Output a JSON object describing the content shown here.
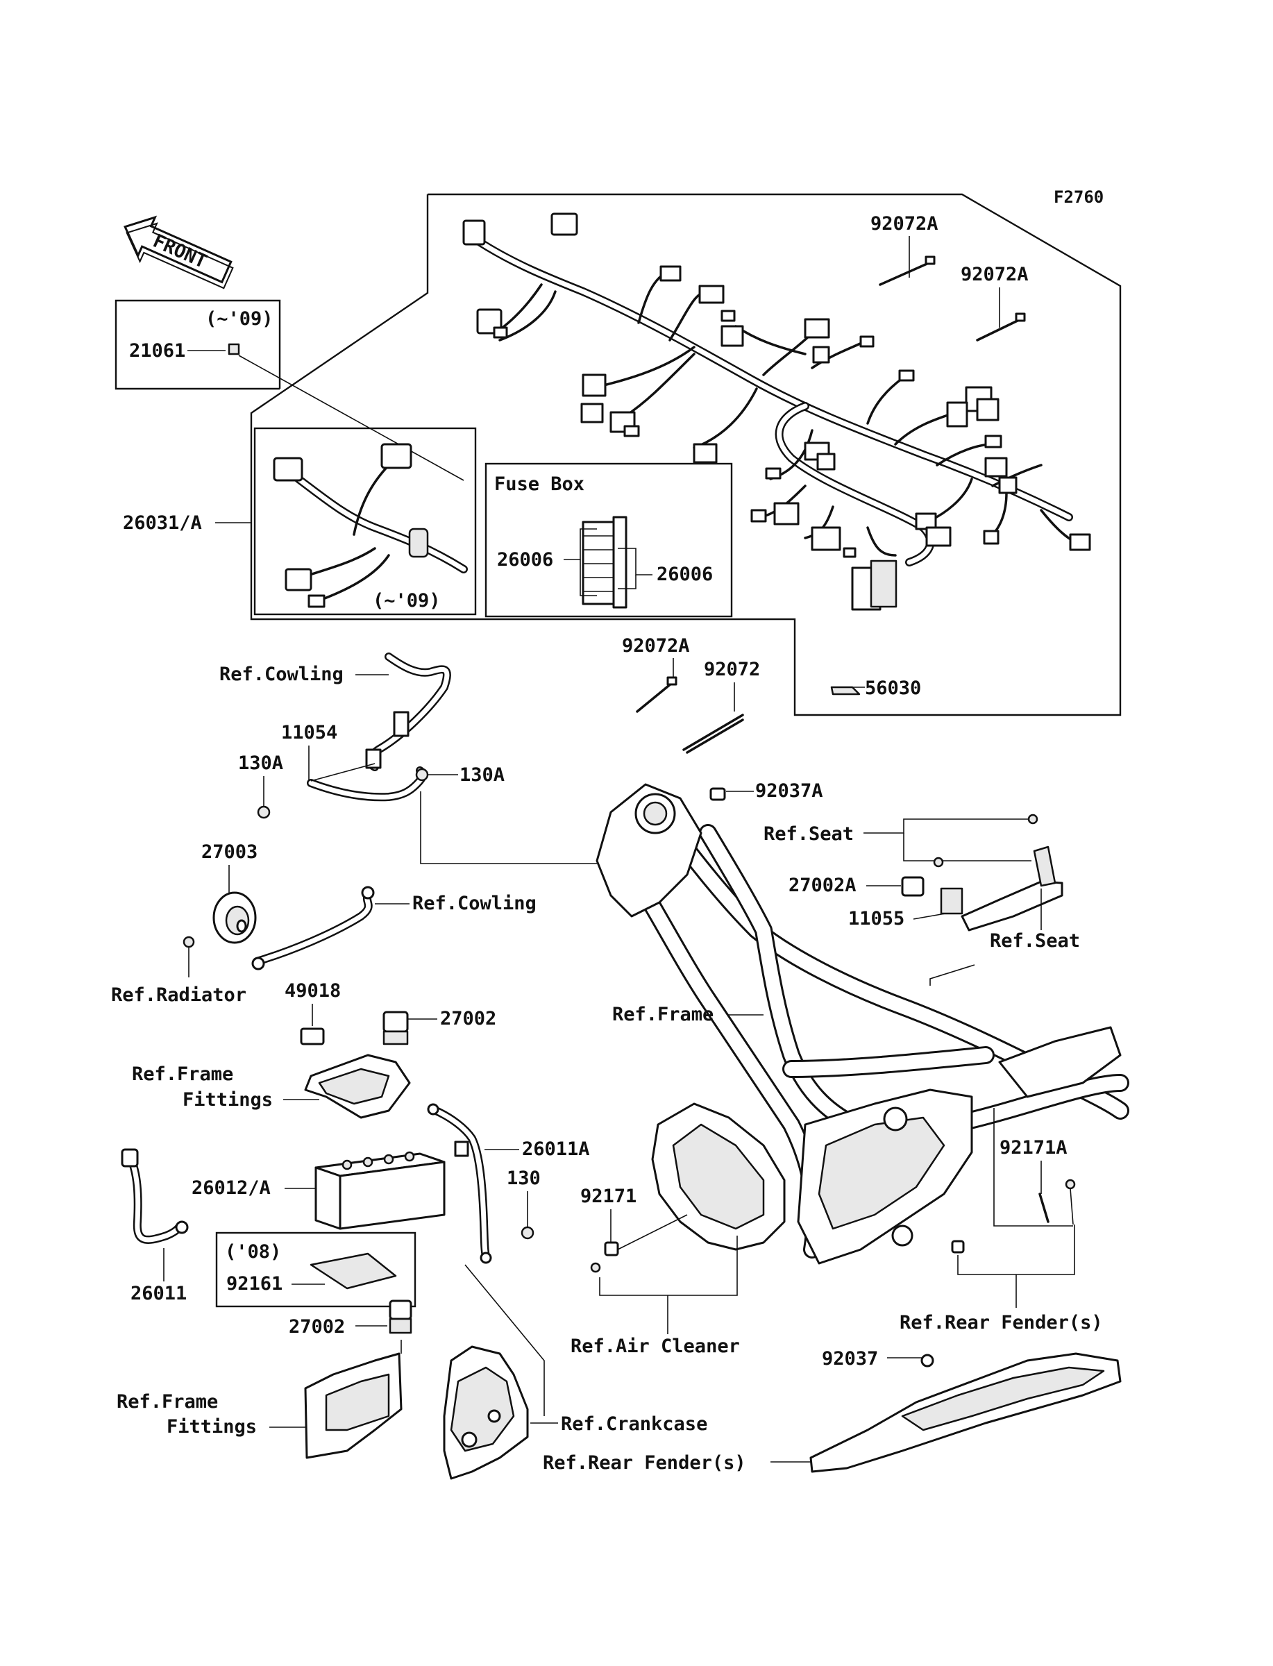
{
  "figure_code": "F2760",
  "front_arrow": {
    "label": "FRONT",
    "icon": "front-arrow-icon"
  },
  "fuse_box": {
    "title": "Fuse Box",
    "left_part": "26006",
    "right_part": "26006"
  },
  "harness": {
    "main_part": "26031/A",
    "note_top": "(~'09)",
    "note_inset": "(~'09)",
    "relay_part": "21061",
    "cover_part": "56030",
    "band_a1": "92072A",
    "band_a2": "92072A",
    "band_a3": "92072A",
    "band": "92072"
  },
  "labels": {
    "ref_cowling_1": "Ref.Cowling",
    "bracket": "11054",
    "bolt_left": "130A",
    "bolt_right": "130A",
    "horn": "27003",
    "ref_cowling_2": "Ref.Cowling",
    "ref_radiator": "Ref.Radiator",
    "connector_49018": "49018",
    "relay_27002_top": "27002",
    "ref_frame_fittings_1": "Ref.Frame\nFittings",
    "battery": "26012/A",
    "lead": "26011",
    "note_08": "('08)",
    "sheet": "92161",
    "relay_27002_bottom": "27002",
    "ref_frame_fittings_2": "Ref.Frame\nFittings",
    "ground_lead": "26011A",
    "bolt_130": "130",
    "ref_crankcase": "Ref.Crankcase",
    "ref_rear_fender_1": "Ref.Rear Fender(s)",
    "clamp_92037A": "92037A",
    "ref_seat_1": "Ref.Seat",
    "relay_27002A": "27002A",
    "bracket_11055": "11055",
    "ref_seat_2": "Ref.Seat",
    "ref_frame": "Ref.Frame",
    "clamp_92171": "92171",
    "ref_air_cleaner": "Ref.Air Cleaner",
    "clamp_92171A": "92171A",
    "ref_rear_fender_2": "Ref.Rear Fender(s)",
    "clamp_92037": "92037"
  }
}
